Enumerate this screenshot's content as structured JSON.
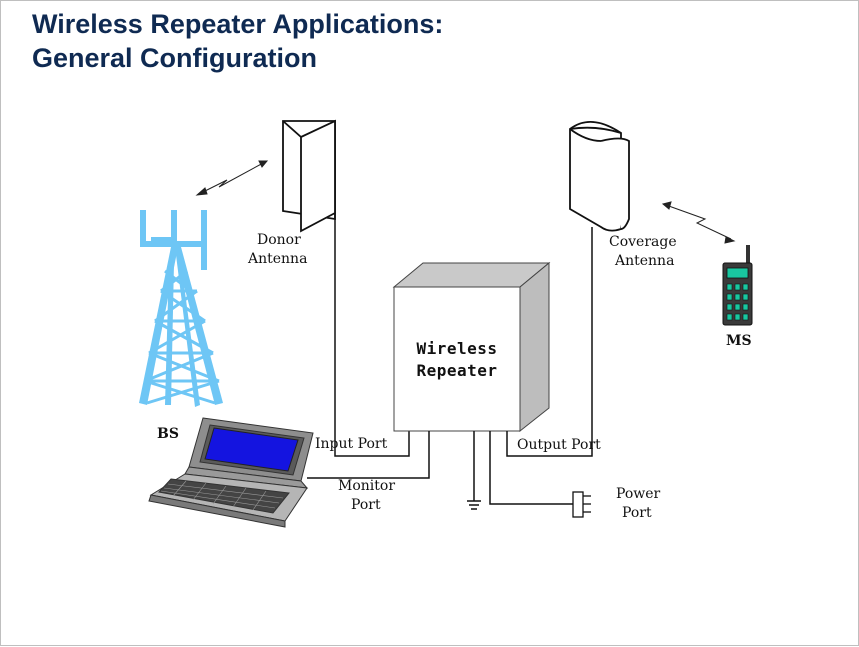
{
  "title": {
    "line1": "Wireless Repeater Applications:",
    "line2": "General Configuration"
  },
  "colors": {
    "title": "#0f2a52",
    "tower": "#6ec6f5",
    "screen": "#1414e0",
    "phone_keys": "#19c7a0",
    "box_top": "#c9c9c9",
    "box_side": "#bdbdbd"
  },
  "labels": {
    "donor_1": "Donor",
    "donor_2": "Antenna",
    "coverage_1": "Coverage",
    "coverage_2": "Antenna",
    "repeater_1": "Wireless",
    "repeater_2": "Repeater",
    "ms": "MS",
    "bs": "BS",
    "input_port": "Input Port",
    "output_port": "Output Port",
    "monitor_1": "Monitor",
    "monitor_2": "Port",
    "power_1": "Power",
    "power_2": "Port"
  },
  "icons": {
    "tower": "cell-tower-icon",
    "laptop": "laptop-icon",
    "phone": "mobile-phone-icon",
    "donor_antenna": "panel-antenna-icon",
    "coverage_antenna": "coverage-antenna-icon",
    "ground": "ground-icon",
    "plug": "power-plug-icon"
  }
}
